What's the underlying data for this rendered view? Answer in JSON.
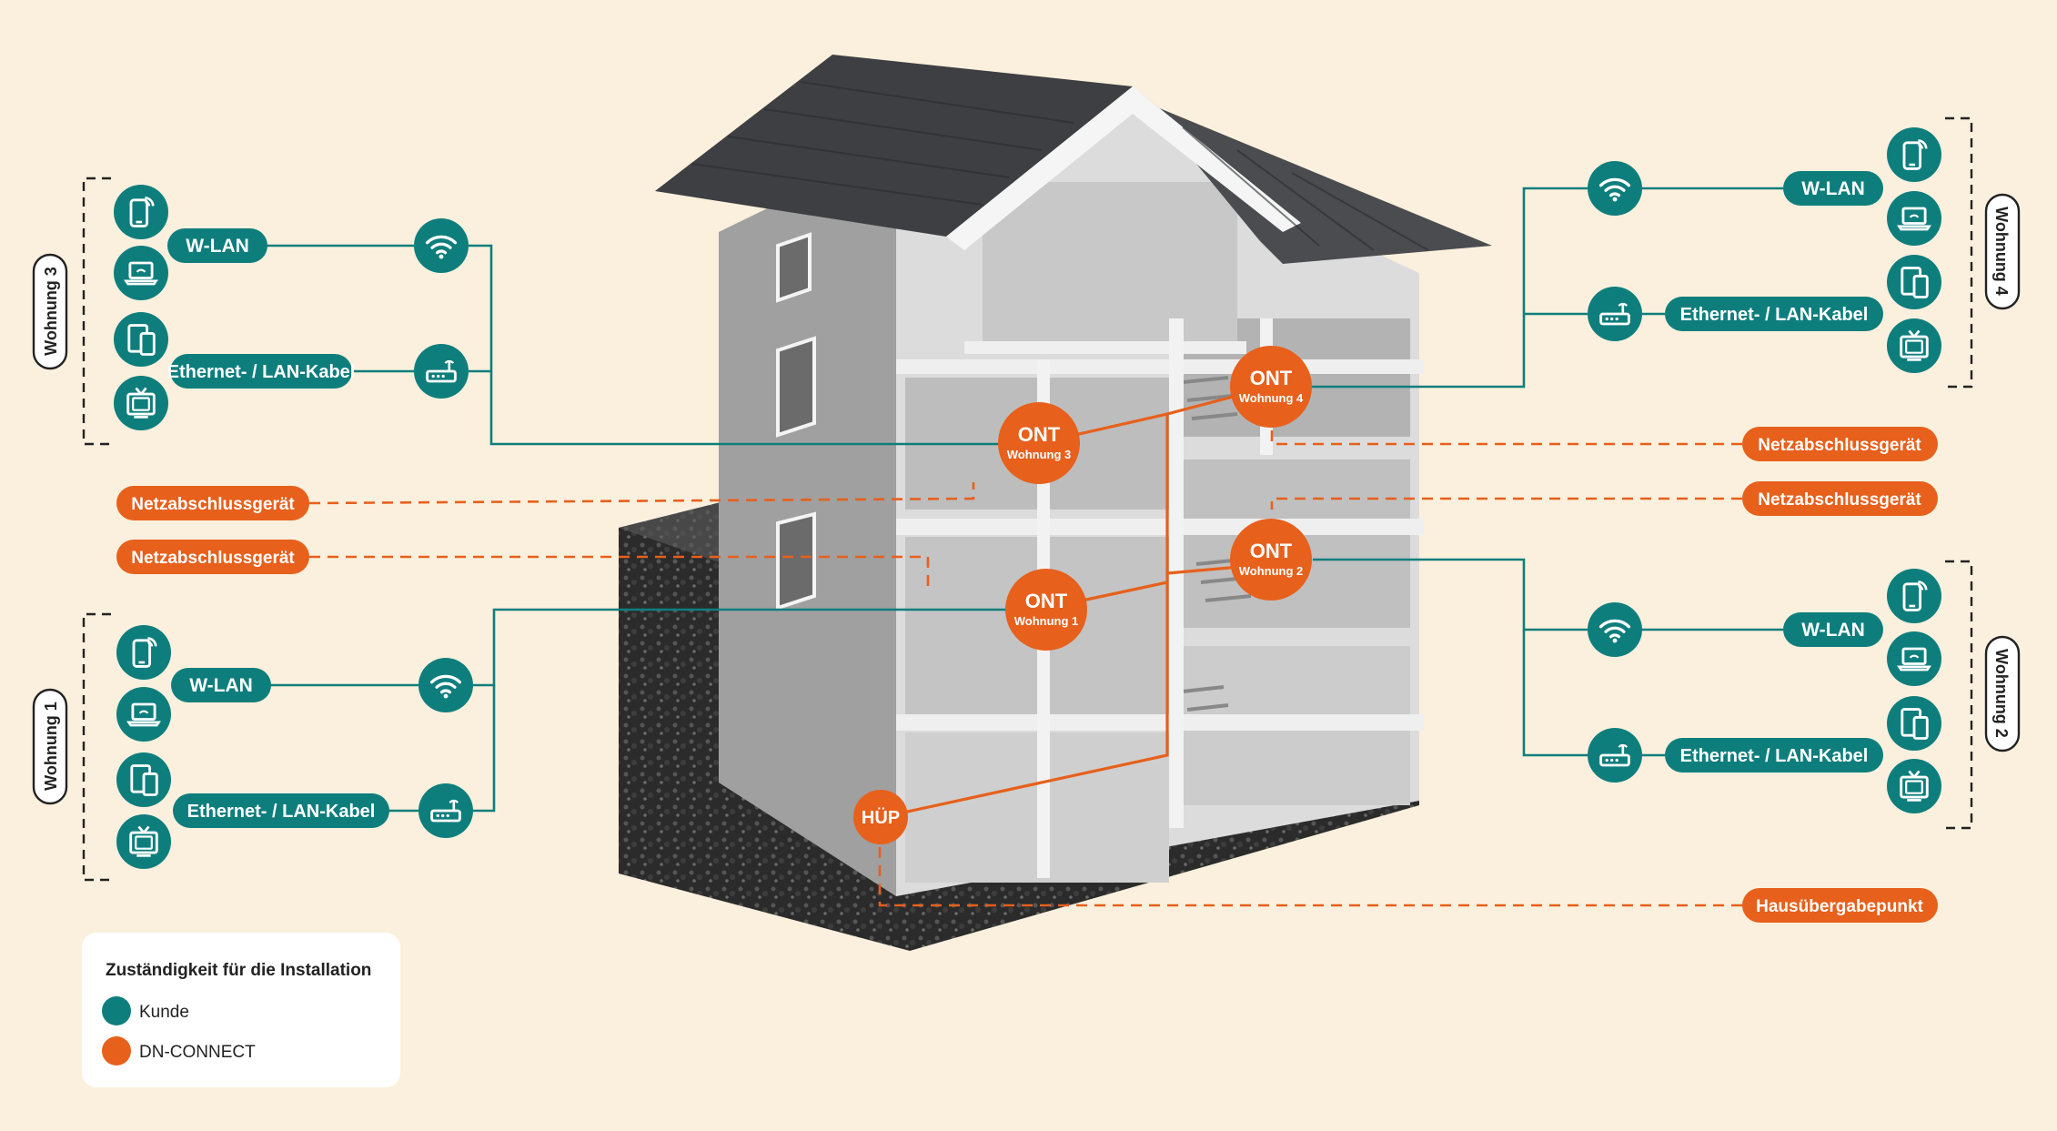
{
  "colors": {
    "customer": "#0e7e7d",
    "provider": "#e7601c",
    "background": "#fbf0dd"
  },
  "units": {
    "w3": "Wohnung 3",
    "w1": "Wohnung 1",
    "w4": "Wohnung 4",
    "w2": "Wohnung 2"
  },
  "connections": {
    "wlan": "W-LAN",
    "ethernet_left": "Ethernet- / LAN-Kabel",
    "ethernet_right": "Ethernet- / LAN-Kabel"
  },
  "nodes": {
    "ont": "ONT",
    "hup": "HÜP"
  },
  "callouts": {
    "nt": "Netzabschlussgerät",
    "hup": "Hausübergabepunkt"
  },
  "legend": {
    "title": "Zuständigkeit für die Installation",
    "customer": "Kunde",
    "provider": "DN-CONNECT"
  },
  "icons": [
    "smartphone-wifi-icon",
    "laptop-icon",
    "devices-icon",
    "tv-icon",
    "wifi-icon",
    "router-icon"
  ]
}
